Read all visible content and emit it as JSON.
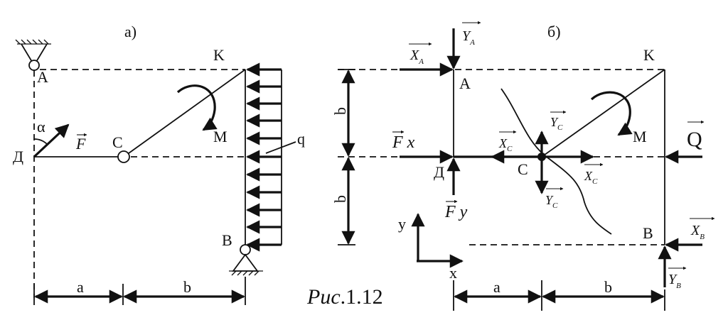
{
  "figure": {
    "caption_prefix": "Рис",
    "caption_number": ".1.12"
  },
  "panel_a": {
    "title": "а)",
    "points": {
      "A": "A",
      "K": "K",
      "C": "C",
      "D": "Д",
      "B": "B"
    },
    "force_F": "F",
    "angle": "α",
    "moment": "M",
    "load": "q",
    "dim_a": "a",
    "dim_b": "b"
  },
  "panel_b": {
    "title": "б)",
    "points": {
      "A": "A",
      "K": "K",
      "C": "C",
      "D": "Д",
      "B": "B"
    },
    "forces": {
      "XA": "X",
      "XA_sub": "A",
      "YA": "Y",
      "YA_sub": "A",
      "Fx": "F x",
      "Fy": "F y",
      "XC1": "X",
      "XC1_sub": "C",
      "YC1": "Y",
      "YC1_sub": "C",
      "YC2": "Y",
      "YC2_sub": "C",
      "XC2": "X",
      "XC2_sub": "C",
      "Q": "Q",
      "XB": "X",
      "XB_sub": "B",
      "YB": "Y",
      "YB_sub": "B"
    },
    "moment": "M",
    "axis_x": "x",
    "axis_y": "y",
    "dim_a": "a",
    "dim_b": "b",
    "dim_b_upper": "b",
    "dim_b_lower": "b"
  }
}
